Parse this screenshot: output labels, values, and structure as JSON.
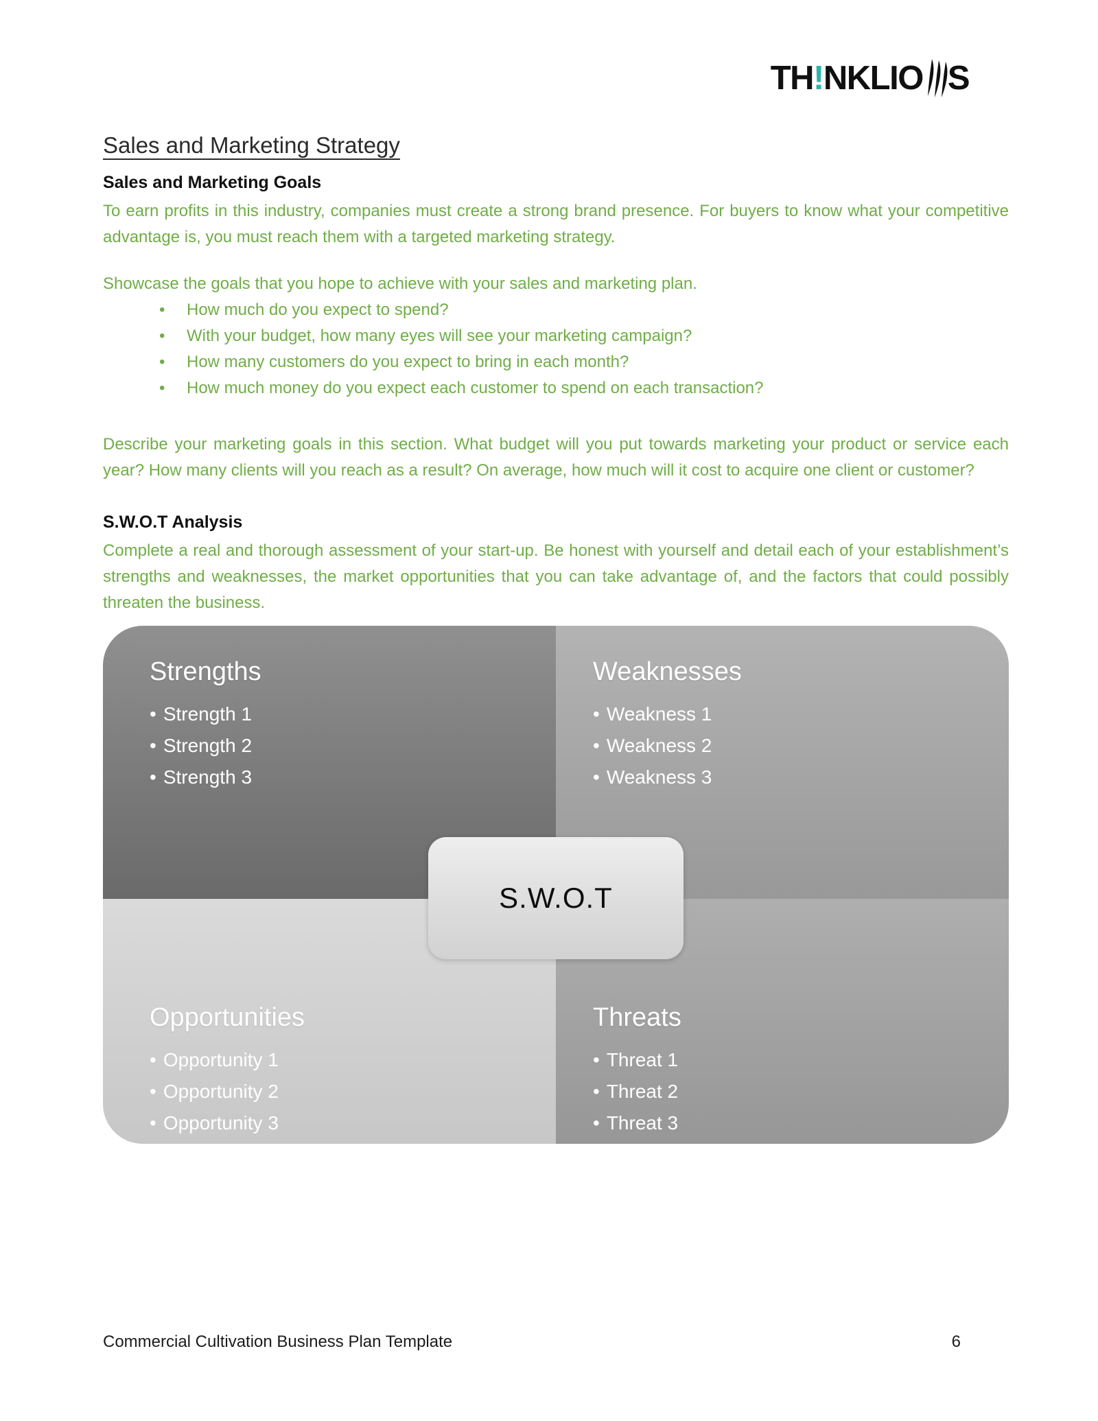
{
  "logo": {
    "text_1": "TH",
    "bang": "!",
    "text_2": "NKLIO",
    "text_3": "S"
  },
  "content": {
    "main_heading": "Sales and Marketing Strategy",
    "goals": {
      "heading": "Sales and Marketing Goals",
      "intro": "To earn profits in this industry, companies must create a strong brand presence. For buyers to know what your competitive advantage is, you must reach them with a targeted marketing strategy.",
      "showcase": "Showcase the goals that you hope to achieve with your sales and marketing plan.",
      "bullets": [
        "How much do you expect to spend?",
        "With your budget, how many eyes will see your marketing campaign?",
        "How many customers do you expect to bring in each month?",
        "How much money do you expect each customer to spend on each transaction?"
      ],
      "describe": "Describe your marketing goals in this section. What budget will you put towards marketing your product or service each year? How many clients will you reach as a result? On average, how much will it cost to acquire one client or customer?"
    },
    "swot": {
      "heading": "S.W.O.T Analysis",
      "intro": "Complete a real and thorough assessment of your start-up. Be honest with yourself and detail each of your establishment’s strengths and weaknesses, the market opportunities that you can take advantage of, and the factors that could possibly threaten the business.",
      "center_label": "S.W.O.T",
      "quadrants": [
        {
          "title": "Strengths",
          "items": [
            "Strength 1",
            "Strength 2",
            "Strength 3"
          ]
        },
        {
          "title": "Weaknesses",
          "items": [
            "Weakness 1",
            "Weakness 2",
            "Weakness 3"
          ]
        },
        {
          "title": "Opportunities",
          "items": [
            "Opportunity 1",
            "Opportunity 2",
            "Opportunity 3"
          ]
        },
        {
          "title": "Threats",
          "items": [
            "Threat 1",
            "Threat 2",
            "Threat 3"
          ]
        }
      ]
    }
  },
  "footer": {
    "document_title": "Commercial Cultivation Business Plan Template",
    "page_number": "6"
  },
  "colors": {
    "accent_green": "#70ad47",
    "logo_teal": "#2cb4aa"
  }
}
